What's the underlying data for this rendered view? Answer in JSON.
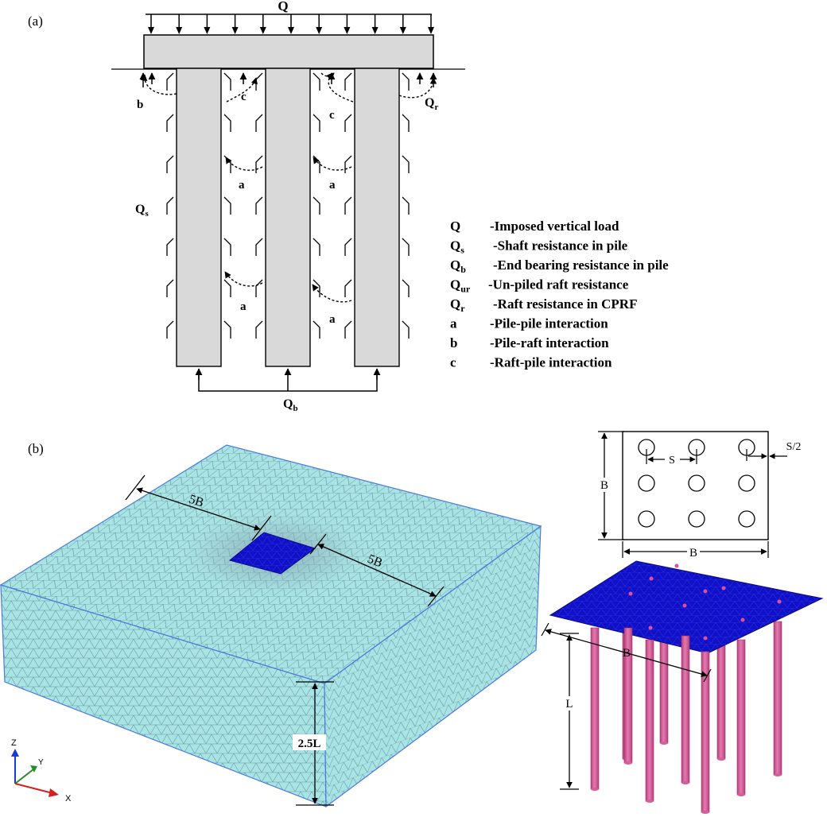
{
  "panel_a": {
    "label": "(a)",
    "load_label": "Q",
    "base_label": "Q",
    "base_sub": "b",
    "shaft_label": "Q",
    "shaft_sub": "s",
    "raft_label": "Q",
    "raft_sub": "r",
    "interaction_labels": {
      "a": "a",
      "b": "b",
      "c": "c"
    },
    "legend": [
      {
        "sym": "Q",
        "sub": "",
        "desc": "-Imposed vertical load"
      },
      {
        "sym": "Q",
        "sub": "s",
        "desc": "-Shaft resistance in pile"
      },
      {
        "sym": "Q",
        "sub": "b",
        "desc": "-End bearing resistance in pile"
      },
      {
        "sym": "Q",
        "sub": "ur",
        "desc": "-Un-piled raft resistance"
      },
      {
        "sym": "Q",
        "sub": "r",
        "desc": "-Raft resistance in CPRF"
      },
      {
        "sym": "a",
        "sub": "",
        "desc": "-Pile-pile interaction"
      },
      {
        "sym": "b",
        "sub": "",
        "desc": "-Pile-raft interaction"
      },
      {
        "sym": "c",
        "sub": "",
        "desc": "-Raft-pile interaction"
      }
    ]
  },
  "panel_b": {
    "label": "(b)",
    "dim_5b_left": "5B",
    "dim_5b_right": "5B",
    "dim_depth": "2.5L",
    "plan_s": "S",
    "plan_s_half": "S/2",
    "plan_b_vertical": "B",
    "plan_b_horizontal": "B",
    "model_b": "B",
    "model_l": "L",
    "axes": {
      "z": "Z",
      "y": "Y",
      "x": "X"
    },
    "colors": {
      "soil": "#a8e4e4",
      "raft": "#1010c8",
      "pile": "#d4609a",
      "axis_z": "#1a3ccf",
      "axis_y": "#2a8a2a",
      "axis_x": "#d42020"
    }
  }
}
